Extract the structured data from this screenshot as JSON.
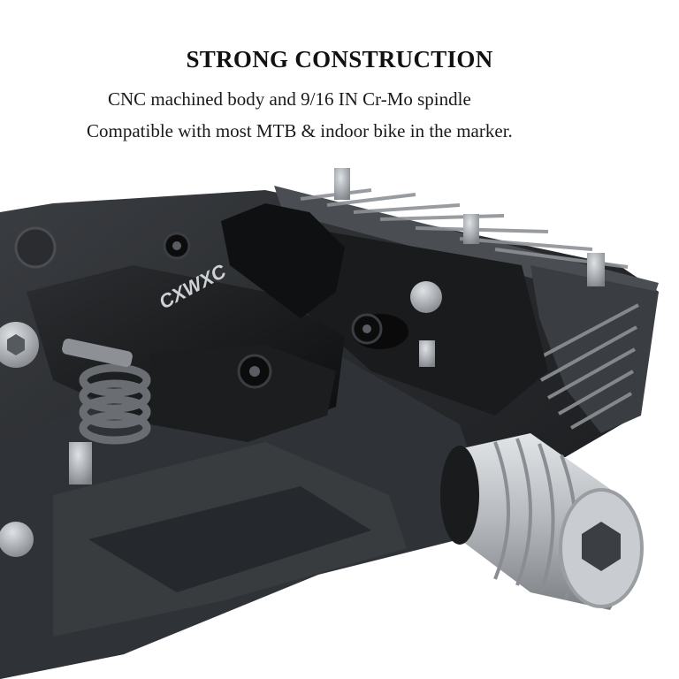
{
  "headline": "STRONG CONSTRUCTION",
  "description": {
    "line1": "CNC machined body and 9/16 IN Cr-Mo spindle",
    "line2": "Compatible with most MTB & indoor bike in the marker."
  },
  "product": {
    "brand_mark": "CXWXC",
    "colors": {
      "body": "#2b2d30",
      "body_dark": "#141517",
      "body_light": "#5a5e63",
      "groove": "#8d9196",
      "spindle": "#b8bcc0",
      "spindle_light": "#dcdfe2",
      "pin": "#a9adb2",
      "background": "#ffffff"
    }
  }
}
